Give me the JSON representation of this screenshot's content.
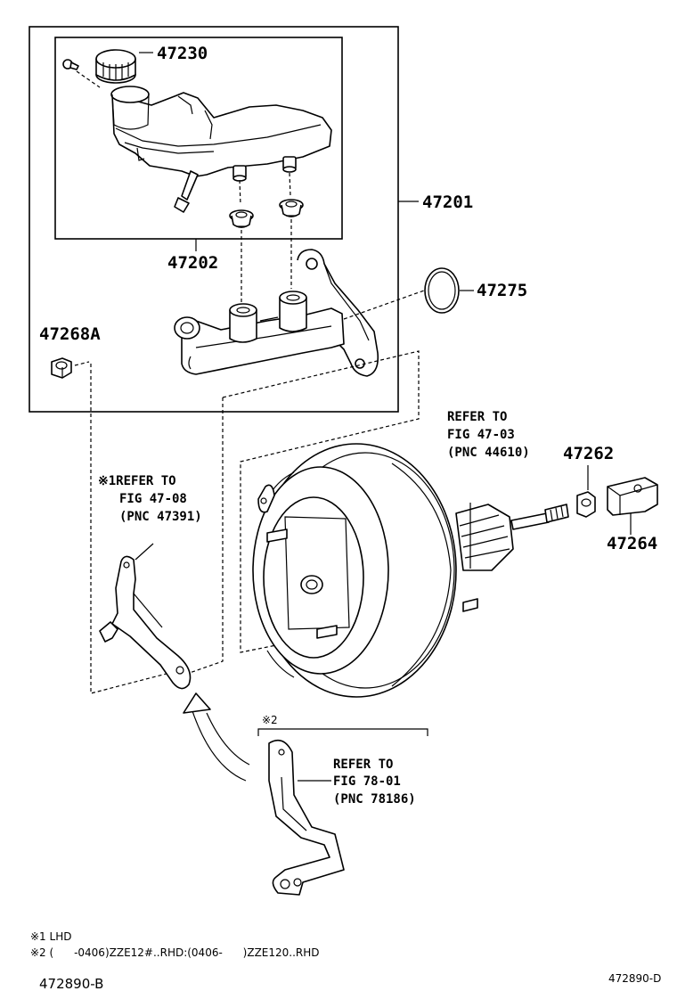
{
  "callouts": {
    "p47230": "47230",
    "p47201": "47201",
    "p47202": "47202",
    "p47275": "47275",
    "p47268A": "47268A",
    "p47262": "47262",
    "p47264": "47264"
  },
  "refs": {
    "booster": [
      "REFER TO",
      "FIG 47-03",
      "(PNC 44610)"
    ],
    "bracket_lhd": [
      "※1REFER TO",
      "FIG 47-08",
      "(PNC 47391)"
    ],
    "bracket_rhd": [
      "REFER TO",
      "FIG 78-01",
      "(PNC 78186)"
    ],
    "bracket_rhd_mark": "※2"
  },
  "notes": {
    "n1": "※1 LHD",
    "n2": "※2 (      -0406)ZZE12#..RHD:(0406-      )ZZE120..RHD"
  },
  "footer": {
    "left": "472890-B",
    "right": "472890-D"
  }
}
